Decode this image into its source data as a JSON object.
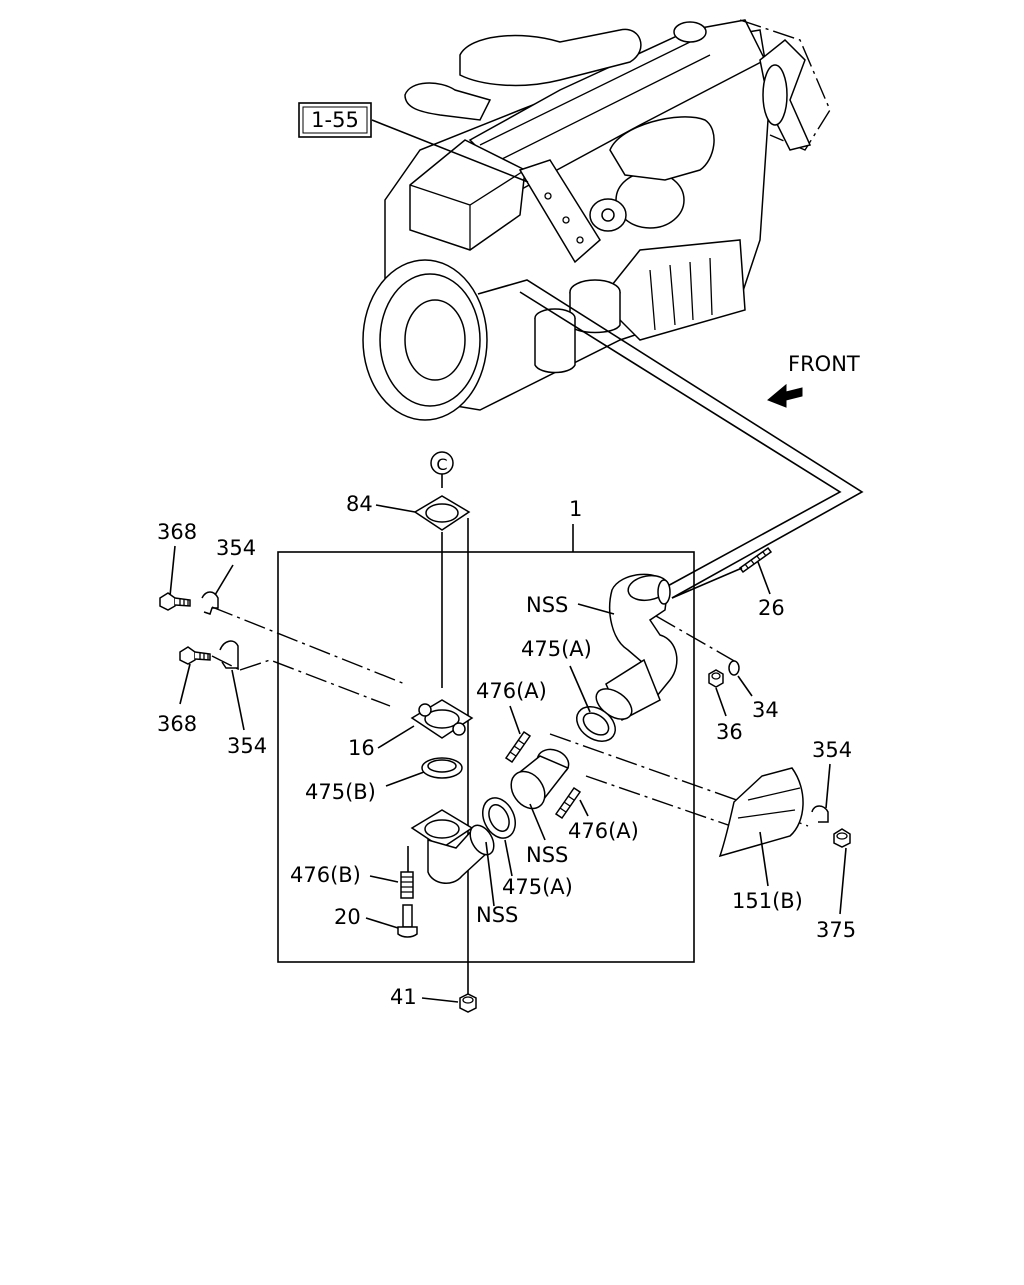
{
  "ref_box": "1-55",
  "front_label": "FRONT",
  "circle_ref": "C",
  "labels": {
    "l84": "84",
    "l1": "1",
    "l368a": "368",
    "l354a": "354",
    "l368b": "368",
    "l354b": "354",
    "l16": "16",
    "l475b": "475(B)",
    "l476b": "476(B)",
    "l20": "20",
    "l41": "41",
    "l476a_1": "476(A)",
    "l475a_1": "475(A)",
    "lnss_1": "NSS",
    "l26": "26",
    "l36": "36",
    "l34": "34",
    "l476a_2": "476(A)",
    "lnss_2": "NSS",
    "l475a_2": "475(A)",
    "lnss_3": "NSS",
    "l354c": "354",
    "l151b": "151(B)",
    "l375": "375"
  }
}
